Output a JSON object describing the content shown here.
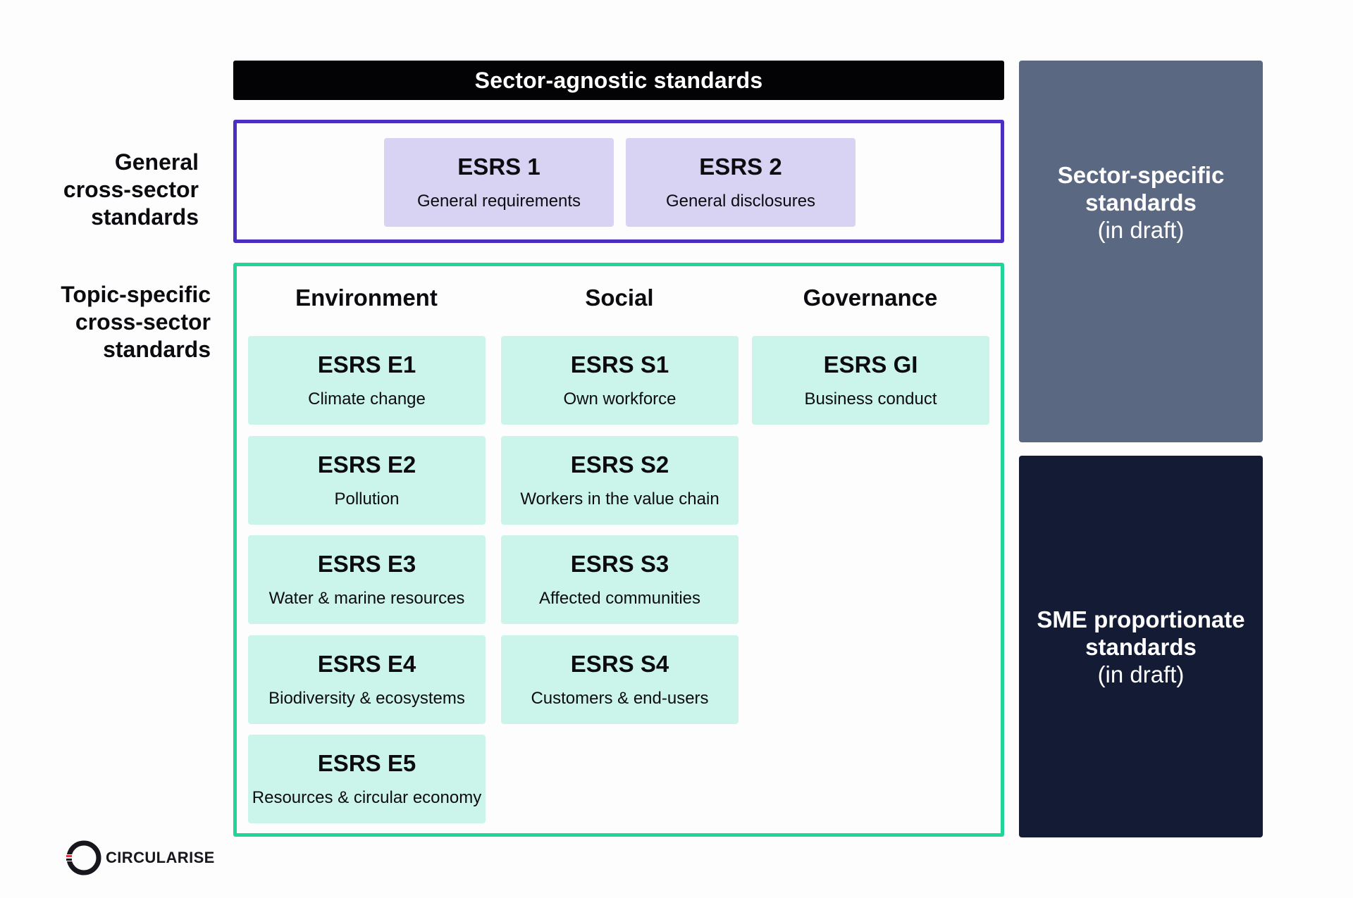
{
  "banner": "Sector-agnostic standards",
  "labels": {
    "general": "General\ncross-sector\nstandards",
    "topic": "Topic-specific\ncross-sector\nstandards"
  },
  "general_standards": [
    {
      "code": "ESRS 1",
      "desc": "General requirements"
    },
    {
      "code": "ESRS 2",
      "desc": "General disclosures"
    }
  ],
  "columns": [
    {
      "title": "Environment",
      "items": [
        {
          "code": "ESRS E1",
          "desc": "Climate change"
        },
        {
          "code": "ESRS E2",
          "desc": "Pollution"
        },
        {
          "code": "ESRS E3",
          "desc": "Water & marine resources"
        },
        {
          "code": "ESRS E4",
          "desc": "Biodiversity & ecosystems"
        },
        {
          "code": "ESRS E5",
          "desc": "Resources & circular economy"
        }
      ]
    },
    {
      "title": "Social",
      "items": [
        {
          "code": "ESRS S1",
          "desc": "Own workforce"
        },
        {
          "code": "ESRS S2",
          "desc": "Workers in the value chain"
        },
        {
          "code": "ESRS S3",
          "desc": "Affected communities"
        },
        {
          "code": "ESRS S4",
          "desc": "Customers & end-users"
        }
      ]
    },
    {
      "title": "Governance",
      "items": [
        {
          "code": "ESRS GI",
          "desc": "Business conduct"
        }
      ]
    }
  ],
  "side_panels": {
    "sector": {
      "title_line1": "Sector-specific",
      "title_line2": "standards",
      "sub": "(in draft)"
    },
    "sme": {
      "title_line1": "SME proportionate",
      "title_line2": "standards",
      "sub": "(in draft)"
    }
  },
  "logo": {
    "word": "CIRCULARISE"
  },
  "colors": {
    "banner": "#030305",
    "general_border": "#4b2fc1",
    "general_card": "#d8d3f3",
    "topic_border": "#21d49a",
    "topic_card": "#cbf5ea",
    "sector_panel": "#5a6882",
    "sme_panel": "#141c35",
    "logo_accent": "#e0313c"
  }
}
